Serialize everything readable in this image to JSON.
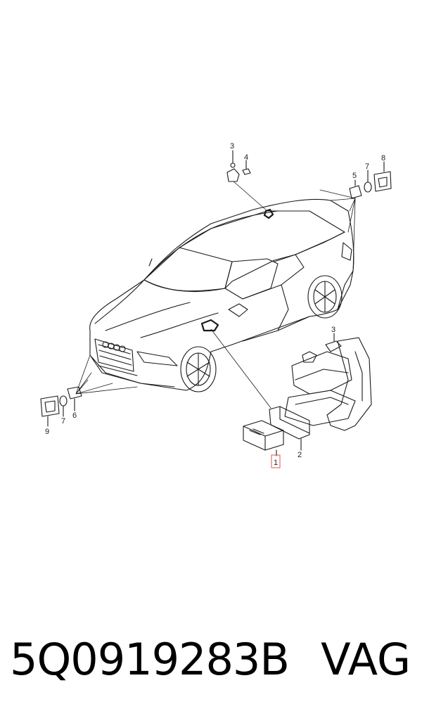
{
  "diagram": {
    "callouts": [
      {
        "id": "c3a",
        "label": "3"
      },
      {
        "id": "c4",
        "label": "4"
      },
      {
        "id": "c5",
        "label": "5"
      },
      {
        "id": "c7a",
        "label": "7"
      },
      {
        "id": "c8",
        "label": "8"
      },
      {
        "id": "c3b",
        "label": "3"
      },
      {
        "id": "c6",
        "label": "6"
      },
      {
        "id": "c7b",
        "label": "7"
      },
      {
        "id": "c9",
        "label": "9"
      },
      {
        "id": "c2",
        "label": "2"
      },
      {
        "id": "c1",
        "label": "1"
      }
    ],
    "highlight_color": "#e05555",
    "line_color": "#1a1a1a"
  },
  "footer": {
    "part_number": "5Q0919283B",
    "brand": "VAG"
  }
}
